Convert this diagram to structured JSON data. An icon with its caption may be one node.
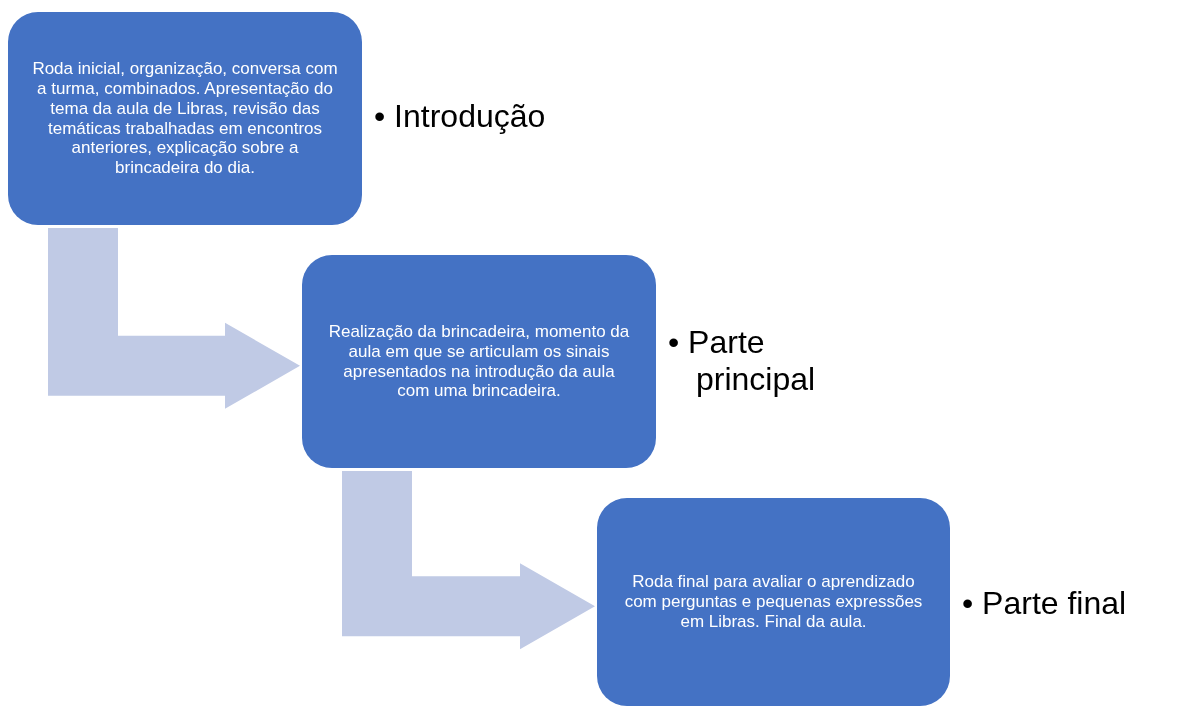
{
  "diagram": {
    "nodes": [
      {
        "text": [
          "Roda inicial, organização, conversa com a turma, combinados. Apresentação do tema da aula de Libras, revisão das temáticas trabalhadas em encontros anteriores, explicação sobre a brincadeira do dia."
        ],
        "beside": [
          "• Introdução"
        ]
      },
      {
        "text": [
          "Realização da brincadeira, momento da aula em que se articulam os sinais apresentados na introdução da aula com uma brincadeira."
        ],
        "beside": [
          "• Parte principal"
        ]
      },
      {
        "text": [
          "Roda final para avaliar o aprendizado com perguntas e pequenas expressões em Libras. Final da aula."
        ],
        "beside": [
          "• Parte final"
        ]
      }
    ],
    "edges": [
      {
        "from": 0,
        "to": 1,
        "arrow": "to"
      },
      {
        "from": 1,
        "to": 2,
        "arrow": "to"
      }
    ]
  }
}
